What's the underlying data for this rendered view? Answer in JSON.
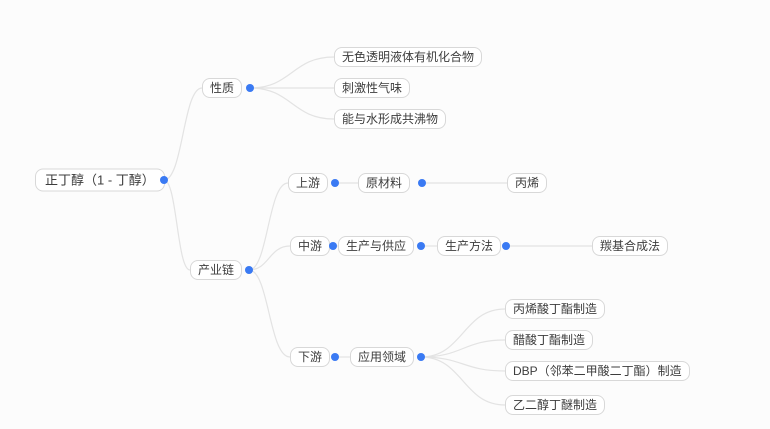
{
  "colors": {
    "background": "#fcfcfc",
    "node_background": "#ffffff",
    "node_border": "#d8d8d8",
    "node_text": "#3d3d3d",
    "connector_line": "#e3e3e3",
    "connector_dot": "#3a7af3"
  },
  "mindmap": {
    "root": {
      "label": "正丁醇（1 - 丁醇）",
      "children": [
        {
          "label": "性质",
          "children": [
            {
              "label": "无色透明液体有机化合物"
            },
            {
              "label": "刺激性气味"
            },
            {
              "label": "能与水形成共沸物"
            }
          ]
        },
        {
          "label": "产业链",
          "children": [
            {
              "label": "上游",
              "children": [
                {
                  "label": "原材料",
                  "children": [
                    {
                      "label": "丙烯"
                    }
                  ]
                }
              ]
            },
            {
              "label": "中游",
              "children": [
                {
                  "label": "生产与供应",
                  "children": [
                    {
                      "label": "生产方法",
                      "children": [
                        {
                          "label": "羰基合成法"
                        }
                      ]
                    }
                  ]
                }
              ]
            },
            {
              "label": "下游",
              "children": [
                {
                  "label": "应用领域",
                  "children": [
                    {
                      "label": "丙烯酸丁酯制造"
                    },
                    {
                      "label": "醋酸丁酯制造"
                    },
                    {
                      "label": "DBP（邻苯二甲酸二丁酯）制造"
                    },
                    {
                      "label": "乙二醇丁醚制造"
                    }
                  ]
                }
              ]
            }
          ]
        }
      ]
    }
  }
}
